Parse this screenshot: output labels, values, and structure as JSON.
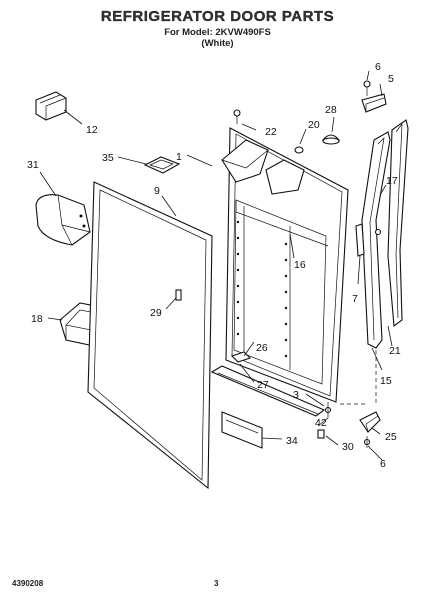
{
  "header": {
    "title": "REFRIGERATOR DOOR PARTS",
    "model_line": "For Model: 2KVW490FS",
    "color_line": "(White)"
  },
  "footer": {
    "doc_number": "4390208",
    "page_number": "3"
  },
  "callouts": {
    "c1": "1",
    "c3": "3",
    "c5": "5",
    "c6a": "6",
    "c6b": "6",
    "c7": "7",
    "c9": "9",
    "c12": "12",
    "c15": "15",
    "c16": "16",
    "c17": "17",
    "c18": "18",
    "c20": "20",
    "c21": "21",
    "c22": "22",
    "c25": "25",
    "c26": "26",
    "c27": "27",
    "c28": "28",
    "c29": "29",
    "c30": "30",
    "c31": "31",
    "c34": "34",
    "c35": "35",
    "c42": "42"
  }
}
